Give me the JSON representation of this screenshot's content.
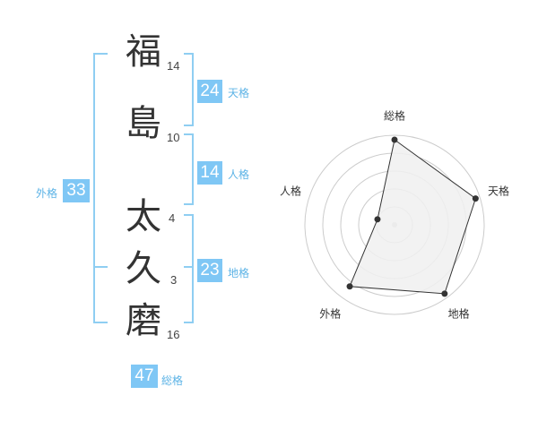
{
  "name": {
    "characters": [
      {
        "char": "福",
        "strokes": "14"
      },
      {
        "char": "島",
        "strokes": "10"
      },
      {
        "char": "太",
        "strokes": "4"
      },
      {
        "char": "久",
        "strokes": "3"
      },
      {
        "char": "磨",
        "strokes": "16"
      }
    ]
  },
  "fortunes": {
    "tenkaku": {
      "value": "24",
      "label": "天格"
    },
    "jinkaku": {
      "value": "14",
      "label": "人格"
    },
    "chikaku": {
      "value": "23",
      "label": "地格"
    },
    "gaikaku": {
      "value": "33",
      "label": "外格"
    },
    "soukaku": {
      "value": "47",
      "label": "総格"
    }
  },
  "colors": {
    "accent": "#7fc7f5",
    "accent_text": "#5cb3e6",
    "bracket": "#8fcef2",
    "radar_fill": "#f0f0f0",
    "radar_ring": "#cccccc"
  },
  "chart_data": {
    "type": "radar",
    "axes": [
      "総格",
      "天格",
      "地格",
      "外格",
      "人格"
    ],
    "values": [
      0.95,
      0.95,
      0.95,
      0.85,
      0.2
    ],
    "max": 1,
    "rings": 5
  }
}
